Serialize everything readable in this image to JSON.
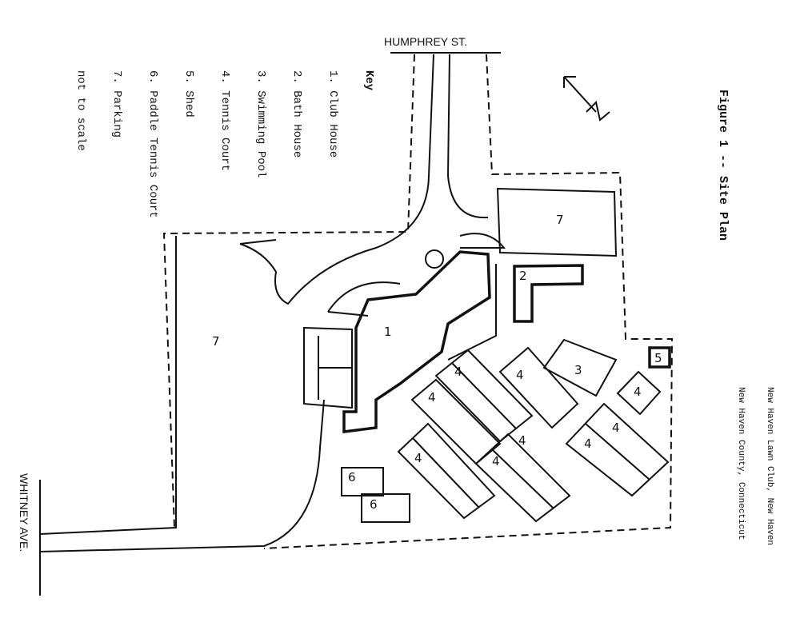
{
  "figure_title": "Figure 1 -- Site Plan",
  "location": [
    "New Haven Lawn Club, New Haven",
    "New Haven County, Connecticut"
  ],
  "key": {
    "title": "Key",
    "items": [
      "1. Club House",
      "2. Bath House",
      "3. Swimming Pool",
      "4. Tennis Court",
      "5. Shed",
      "6. Paddle Tennis Court",
      "7. Parking"
    ],
    "note": "not to scale"
  },
  "streets": {
    "north": "HUMPHREY ST.",
    "west": "WHITNEY AVE."
  },
  "north_arrow": "N",
  "labels": {
    "club": "1",
    "bath": "2",
    "pool": "3",
    "court": "4",
    "shed": "5",
    "paddle": "6",
    "parking": "7"
  }
}
